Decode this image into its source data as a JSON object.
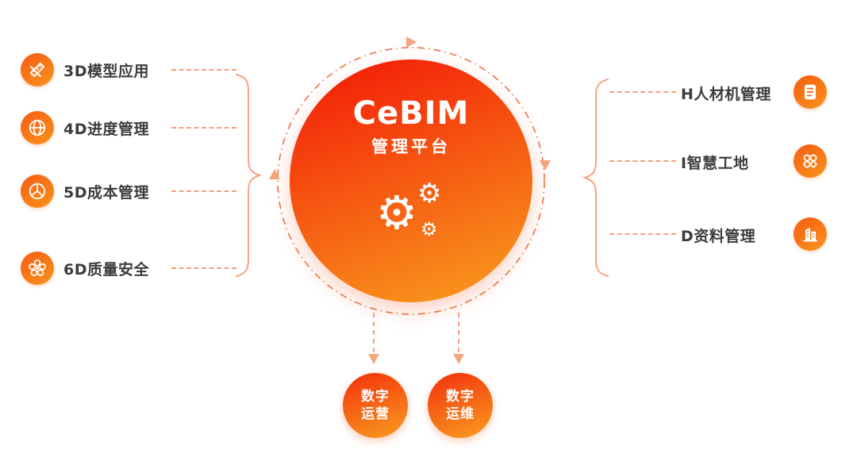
{
  "center": {
    "title": "CeBIM",
    "subtitle": "管理平台"
  },
  "left_items": [
    {
      "label": "3D模型应用",
      "icon": "pencil-ruler-icon"
    },
    {
      "label": "4D进度管理",
      "icon": "globe-icon"
    },
    {
      "label": "5D成本管理",
      "icon": "cost-chart-icon"
    },
    {
      "label": "6D质量安全",
      "icon": "flower-icon"
    }
  ],
  "right_items": [
    {
      "label": "H人材机管理",
      "icon": "document-icon"
    },
    {
      "label": "I智慧工地",
      "icon": "circles-icon"
    },
    {
      "label": "D资料管理",
      "icon": "building-icon"
    }
  ],
  "bottom_items": [
    {
      "line1": "数字",
      "line2": "运营"
    },
    {
      "line1": "数字",
      "line2": "运维"
    }
  ],
  "colors": {
    "gradient_start": "#f42108",
    "gradient_end": "#f8941c",
    "icon_gradient_start": "#f65c13",
    "icon_gradient_end": "#f9941c",
    "dash": "#f2a37e",
    "ring": "#ef7243",
    "text": "#3c3c3c"
  }
}
